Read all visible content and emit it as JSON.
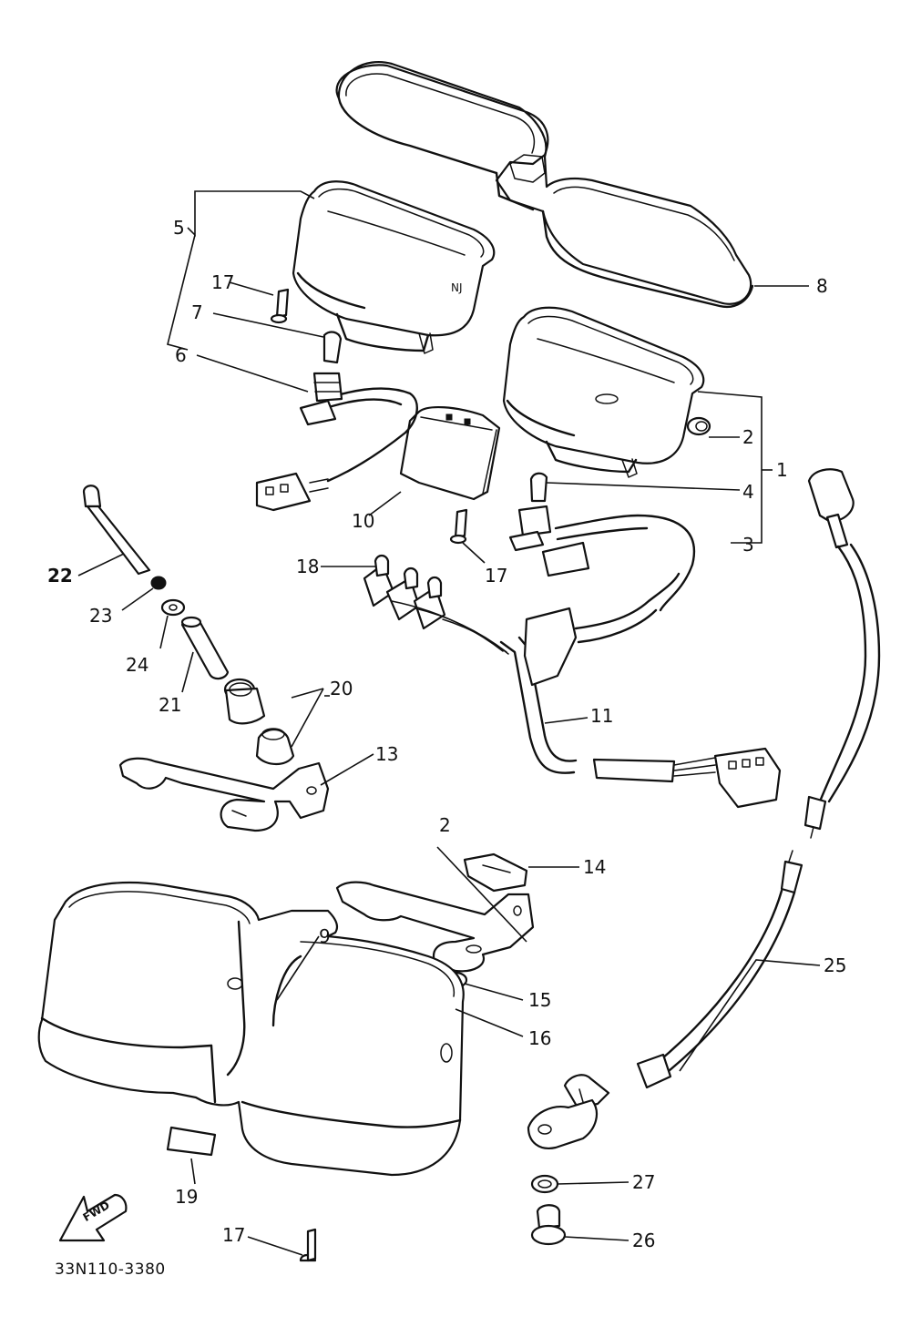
{
  "diagram": {
    "callouts": {
      "c1": "1",
      "c2": "2",
      "c3": "3",
      "c4": "4",
      "c5": "5",
      "c6": "6",
      "c7": "7",
      "c8": "8",
      "c9": "9",
      "c10": "10",
      "c11": "11",
      "c13": "13",
      "c14": "14",
      "c15": "15",
      "c16": "16",
      "c17a": "17",
      "c17b": "17",
      "c17c": "17",
      "c18": "18",
      "c19": "19",
      "c20": "20",
      "c21": "21",
      "c22": "22",
      "c23": "23",
      "c24": "24",
      "c25": "25",
      "c26": "26",
      "c27": "27",
      "c2b": "2"
    },
    "fwd_label": "FWD",
    "drawing_code": "33N110-3380"
  }
}
